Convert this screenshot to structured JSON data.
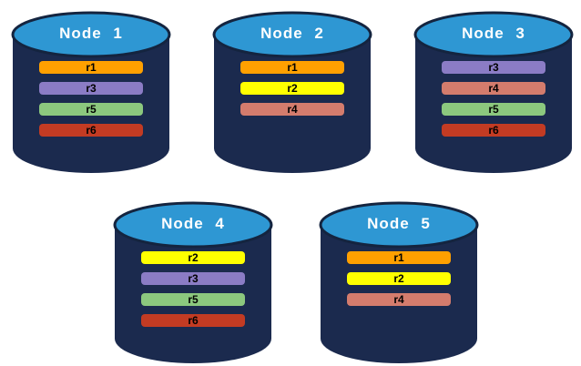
{
  "colors": {
    "background": "#FFFFFF",
    "cylinder_body": "#1B2A4E",
    "cylinder_top": "#2E97D3",
    "cylinder_outline": "#14243F",
    "bar_text": "#000000",
    "title_text": "#FFFFFF",
    "replica_colors": {
      "r1": "#FFA000",
      "r2": "#FFFF00",
      "r3": "#8B7CC5",
      "r4": "#D47C6D",
      "r5": "#8CC87E",
      "r6": "#C33B23"
    }
  },
  "nodes": [
    {
      "name": "Node 1",
      "replicas": [
        {
          "label": "r1",
          "color": "#FFA000"
        },
        {
          "label": "r3",
          "color": "#8B7CC5"
        },
        {
          "label": "r5",
          "color": "#8CC87E"
        },
        {
          "label": "r6",
          "color": "#C33B23"
        }
      ]
    },
    {
      "name": "Node 2",
      "replicas": [
        {
          "label": "r1",
          "color": "#FFA000"
        },
        {
          "label": "r2",
          "color": "#FFFF00"
        },
        {
          "label": "r4",
          "color": "#D47C6D"
        }
      ]
    },
    {
      "name": "Node 3",
      "replicas": [
        {
          "label": "r3",
          "color": "#8B7CC5"
        },
        {
          "label": "r4",
          "color": "#D47C6D"
        },
        {
          "label": "r5",
          "color": "#8CC87E"
        },
        {
          "label": "r6",
          "color": "#C33B23"
        }
      ]
    },
    {
      "name": "Node 4",
      "replicas": [
        {
          "label": "r2",
          "color": "#FFFF00"
        },
        {
          "label": "r3",
          "color": "#8B7CC5"
        },
        {
          "label": "r5",
          "color": "#8CC87E"
        },
        {
          "label": "r6",
          "color": "#C33B23"
        }
      ]
    },
    {
      "name": "Node 5",
      "replicas": [
        {
          "label": "r1",
          "color": "#FFA000"
        },
        {
          "label": "r2",
          "color": "#FFFF00"
        },
        {
          "label": "r4",
          "color": "#D47C6D"
        }
      ]
    }
  ]
}
